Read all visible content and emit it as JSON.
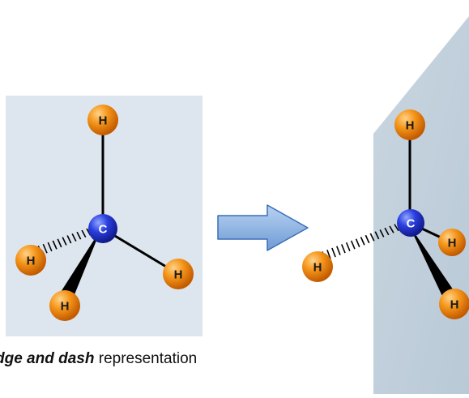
{
  "atoms": {
    "hydrogen_symbol": "H",
    "carbon_symbol": "C"
  },
  "caption": {
    "emphasis": "dge and dash",
    "rest": " representation"
  },
  "colors": {
    "hydrogen": "#f08a10",
    "carbon": "#2434d8",
    "left_panel": "#dde6ee",
    "plane": "#c5d3de",
    "arrow": "#7ba7dc",
    "bond": "#000000"
  },
  "icons": {
    "arrow": "right-arrow-icon",
    "plane": "projection-plane-shape"
  }
}
